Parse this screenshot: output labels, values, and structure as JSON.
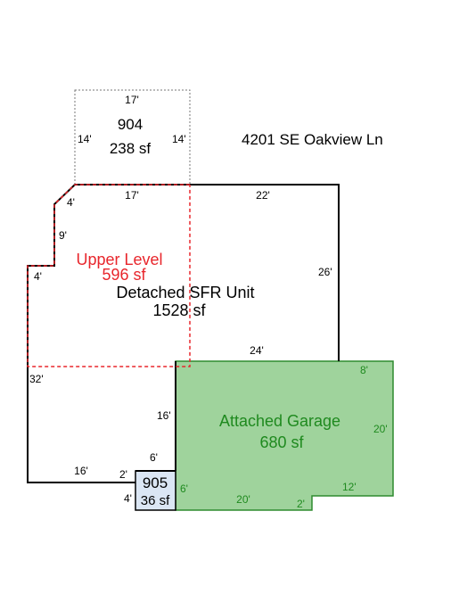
{
  "address": "4201 SE Oakview Ln",
  "areas": {
    "area_904": {
      "label": "904",
      "area": "238 sf",
      "top": "17'",
      "left": "14'",
      "right": "14'"
    },
    "main_unit": {
      "label": "Detached SFR Unit",
      "area": "1528 sf",
      "dims": {
        "top_left": "17'",
        "top_right": "22'",
        "chamfer": "4'",
        "left_upper": "9'",
        "step": "4'",
        "right": "26'",
        "bottom_right": "24'",
        "left": "32'",
        "garage_side": "16'",
        "bottom_left": "16'",
        "small_step": "2'",
        "notch_top": "6'"
      }
    },
    "upper_level": {
      "label": "Upper Level",
      "area": "596 sf"
    },
    "garage": {
      "label": "Attached Garage",
      "area": "680 sf",
      "dims": {
        "top": "8'",
        "right": "20'",
        "bottom_right": "12'",
        "step": "2'",
        "bottom": "20'",
        "left": "6'"
      }
    },
    "area_905": {
      "label": "905",
      "area": "36 sf",
      "side": "4'"
    }
  },
  "colors": {
    "wall": "#000000",
    "upper_level": "#e8262c",
    "garage_fill": "#9fd39c",
    "garage_stroke": "#2e8b2e",
    "garage_text": "#1f8a1f",
    "area_905_fill": "#dbe6f4",
    "area_904_stroke": "#777777"
  }
}
